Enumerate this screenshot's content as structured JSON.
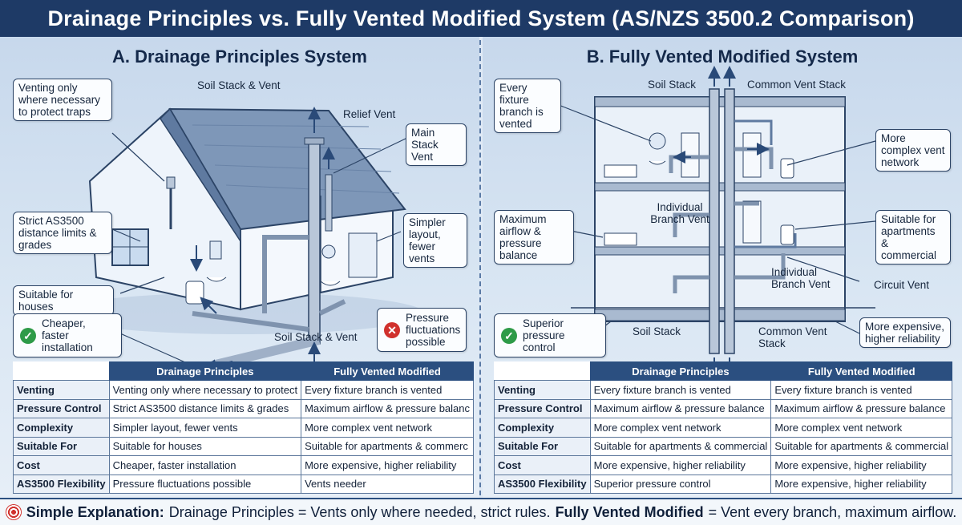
{
  "title": "Drainage Principles vs. Fully Vented Modified System (AS/NZS 3500.2 Comparison)",
  "panel_a": {
    "title": "A. Drainage Principles System",
    "labels": {
      "soil_stack_vent_top": "Soil Stack & Vent",
      "relief_vent": "Relief Vent",
      "soil_stack_vent_bottom": "Soil Stack & Vent"
    },
    "callouts": {
      "venting": "Venting only where necessary to protect traps",
      "main_stack": "Main Stack Vent",
      "strict": "Strict AS3500 distance limits & grades",
      "simpler": "Simpler layout, fewer vents",
      "suitable": "Suitable for houses",
      "cheaper": "Cheaper, faster installation",
      "pressure": "Pressure fluctuations possible"
    },
    "table": {
      "headers": [
        "Drainage Principles",
        "Fully Vented Modified"
      ],
      "rows": [
        {
          "label": "Venting",
          "a": "Venting only where necessary to protect",
          "b": "Every fixture branch is vented"
        },
        {
          "label": "Pressure Control",
          "a": "Strict AS3500 distance limits & grades",
          "b": "Maximum airflow & pressure balanc"
        },
        {
          "label": "Complexity",
          "a": "Simpler layout, fewer vents",
          "b": "More complex vent network"
        },
        {
          "label": "Suitable For",
          "a": "Suitable for houses",
          "b": "Suitable for apartments & commerc"
        },
        {
          "label": "Cost",
          "a": "Cheaper, faster installation",
          "b": "More expensive, higher reliability"
        },
        {
          "label": "AS3500 Flexibility",
          "a": "Pressure fluctuations possible",
          "b": "Vents needer"
        }
      ]
    }
  },
  "panel_b": {
    "title": "B. Fully Vented Modified System",
    "labels": {
      "soil_stack_top": "Soil Stack",
      "common_vent_top": "Common Vent Stack",
      "individual_branch_1": "Individual Branch Vent",
      "individual_branch_2": "Individual Branch Vent",
      "circuit_vent": "Circuit Vent",
      "soil_stack_bottom": "Soil Stack",
      "common_vent_bottom": "Common Vent Stack"
    },
    "callouts": {
      "every_fixture": "Every fixture branch is vented",
      "complex": "More complex vent network",
      "max_airflow": "Maximum airflow & pressure balance",
      "apartments": "Suitable for apartments & commercial",
      "superior": "Superior pressure control",
      "expensive": "More expensive, higher reliability"
    },
    "table": {
      "headers": [
        "Drainage Principles",
        "Fully Vented Modified"
      ],
      "rows": [
        {
          "label": "Venting",
          "a": "Every fixture branch is vented",
          "b": "Every fixture branch is vented"
        },
        {
          "label": "Pressure Control",
          "a": "Maximum airflow & pressure balance",
          "b": "Maximum airflow & pressure balance"
        },
        {
          "label": "Complexity",
          "a": "More complex vent network",
          "b": "More complex vent network"
        },
        {
          "label": "Suitable For",
          "a": "Suitable for apartments & commercial",
          "b": "Suitable for apartments & commercial"
        },
        {
          "label": "Cost",
          "a": "More expensive, higher reliability",
          "b": "More expensive, higher reliability"
        },
        {
          "label": "AS3500 Flexibility",
          "a": "Superior pressure control",
          "b": "More expensive, higher reliability"
        }
      ]
    }
  },
  "footer": {
    "lead": "Simple Explanation:",
    "part1": "Drainage Principles = Vents only where needed, strict rules.",
    "bold2": "Fully Vented Modified",
    "part2": "= Vent every branch, maximum airflow."
  },
  "colors": {
    "title_bar": "#1e3a66",
    "table_header": "#2b4f80",
    "check": "#2e9b48",
    "cross": "#d0312d"
  }
}
